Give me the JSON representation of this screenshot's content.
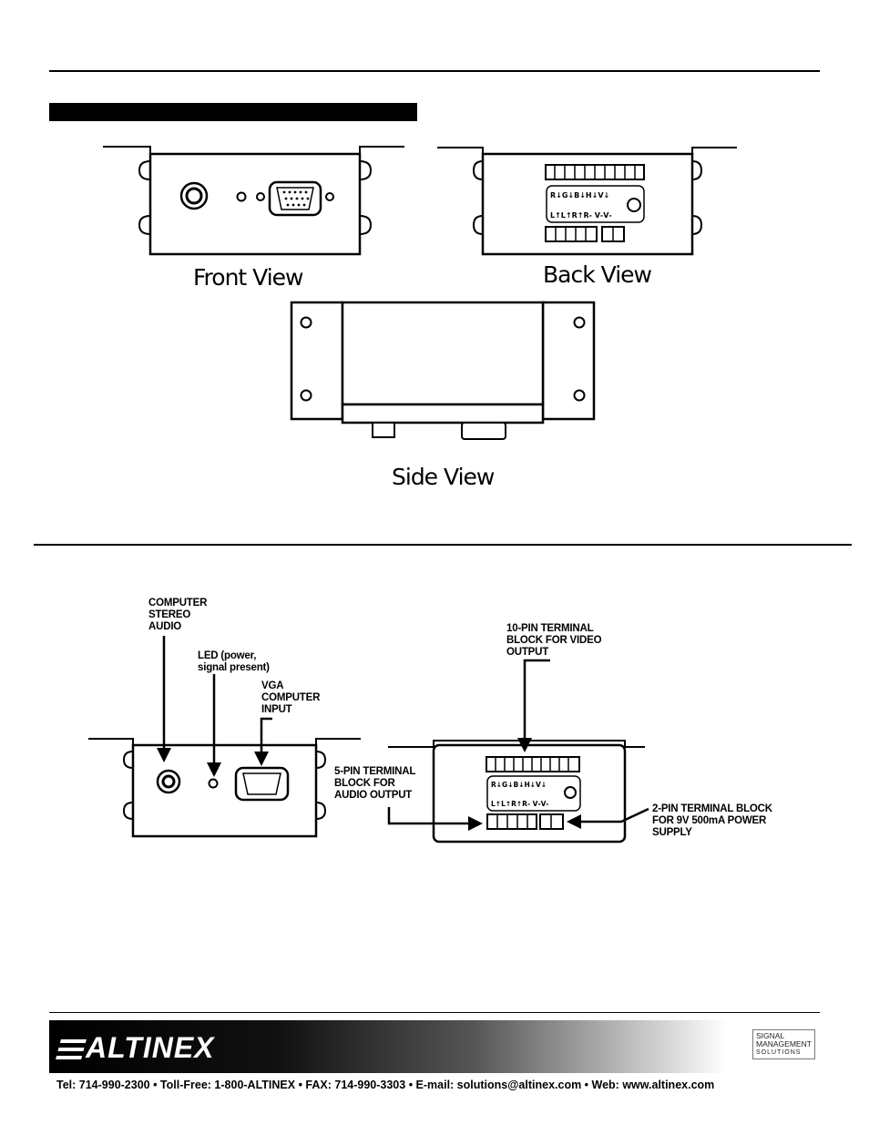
{
  "views": {
    "front": "Front View",
    "back": "Back View",
    "side": "Side View"
  },
  "callouts": {
    "audio": [
      "COMPUTER",
      "STEREO",
      "AUDIO"
    ],
    "led": [
      "LED (power,",
      "signal present)"
    ],
    "vga": [
      "VGA",
      "COMPUTER",
      "INPUT"
    ],
    "video_block": [
      "10-PIN TERMINAL",
      "BLOCK FOR VIDEO",
      "OUTPUT"
    ],
    "audio_block": [
      "5-PIN TERMINAL",
      "BLOCK FOR",
      "AUDIO OUTPUT"
    ],
    "power_block": [
      "2-PIN TERMINAL BLOCK",
      "FOR 9V 500mA POWER",
      "SUPPLY"
    ]
  },
  "footer": {
    "brand": "ALTINEX",
    "tagline": [
      "SIGNAL",
      "MANAGEMENT",
      "SOLUTIONS"
    ],
    "contact": "Tel: 714-990-2300 • Toll-Free: 1-800-ALTINEX • FAX: 714-990-3303 • E-mail: solutions@altinex.com • Web: www.altinex.com"
  }
}
